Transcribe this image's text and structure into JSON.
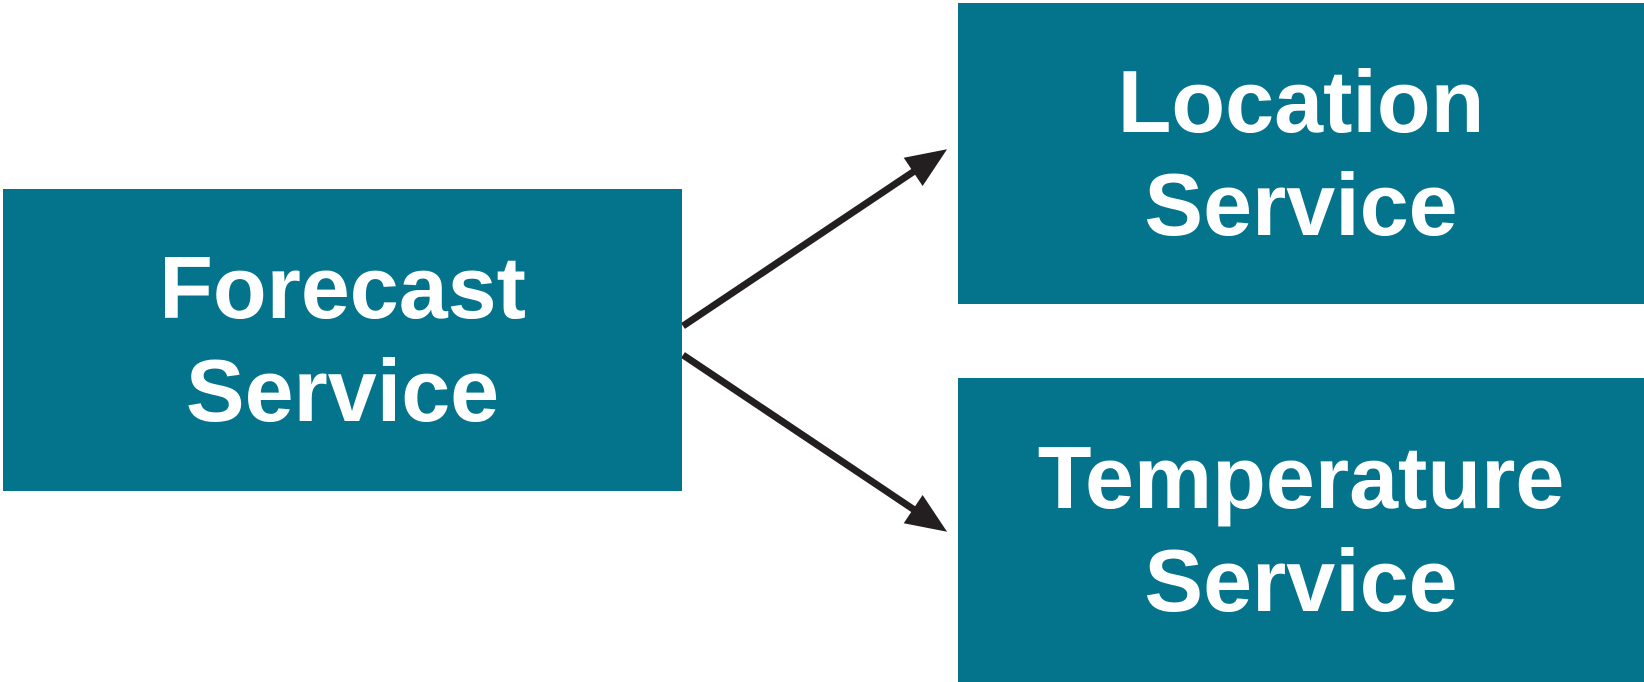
{
  "colors": {
    "box": "#04748c",
    "text": "#ffffff",
    "arrow": "#231f20",
    "background": "#ffffff"
  },
  "diagram": {
    "type": "service-dependency-diagram",
    "nodes": [
      {
        "id": "forecast-service",
        "lines": [
          "Forecast",
          "Service"
        ],
        "label": "Forecast Service"
      },
      {
        "id": "location-service",
        "lines": [
          "Location",
          "Service"
        ],
        "label": "Location Service"
      },
      {
        "id": "temperature-service",
        "lines": [
          "Temperature",
          "Service"
        ],
        "label": "Temperature Service"
      }
    ],
    "edges": [
      {
        "from": "forecast-service",
        "to": "location-service"
      },
      {
        "from": "forecast-service",
        "to": "temperature-service"
      }
    ]
  }
}
